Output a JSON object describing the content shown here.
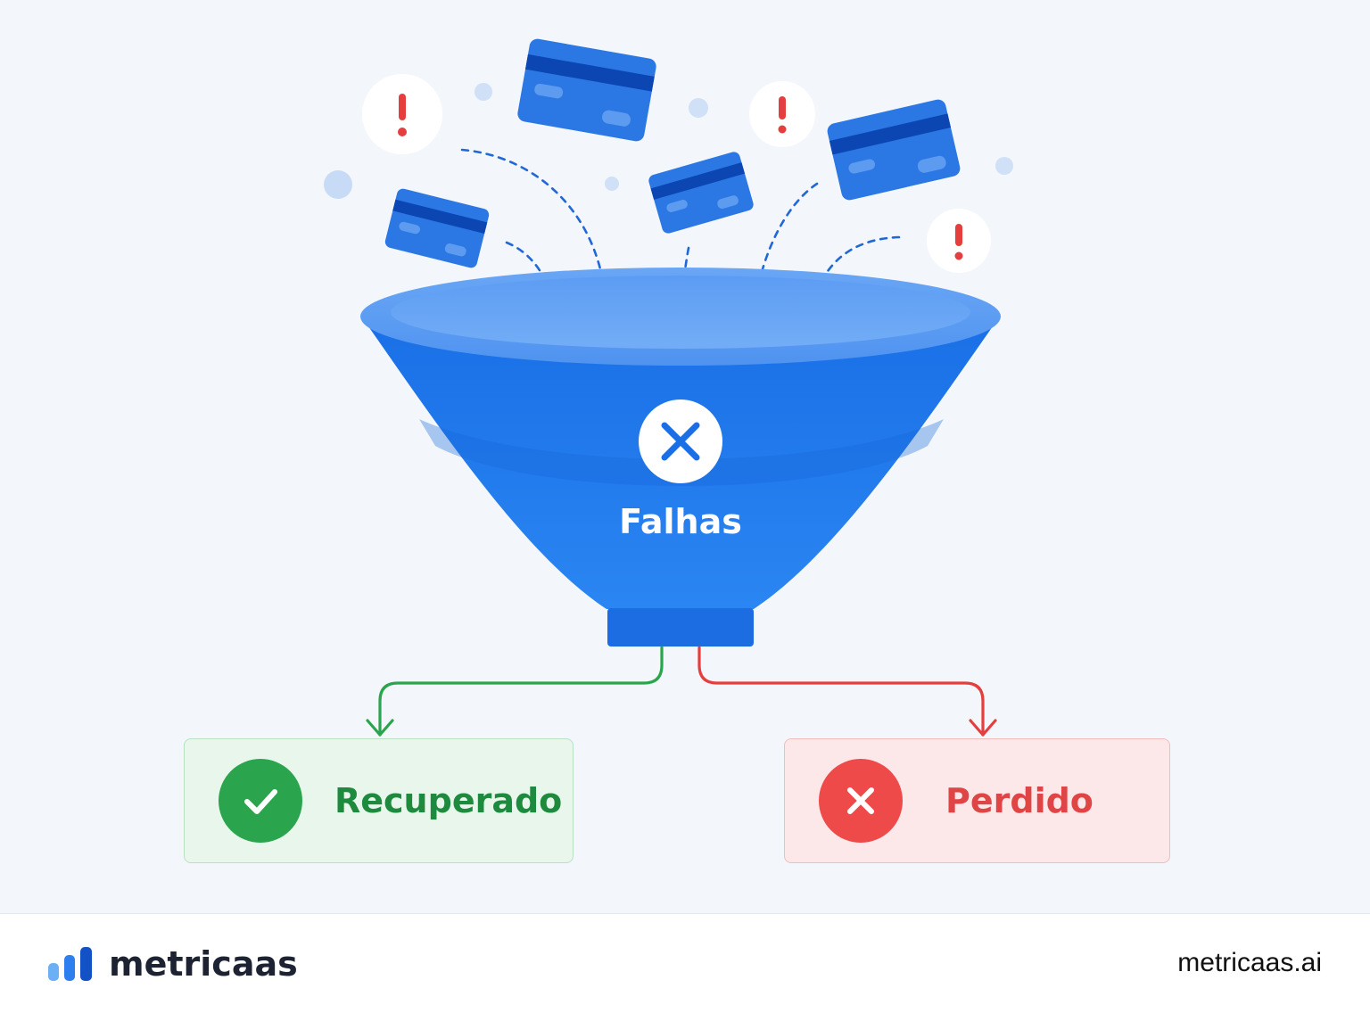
{
  "funnel": {
    "label": "Falhas"
  },
  "outcomes": {
    "recovered_label": "Recuperado",
    "lost_label": "Perdido"
  },
  "footer": {
    "brand_name": "metricaas",
    "site_url": "metricaas.ai"
  },
  "icons": {
    "alert": "exclamation-icon",
    "card": "credit-card-icon",
    "funnel_status": "x-icon",
    "recovered": "check-icon",
    "lost": "x-icon",
    "brand": "bar-chart-icon"
  },
  "colors": {
    "background": "#f3f7fb",
    "funnel_blue": "#1a73e8",
    "card_blue": "#2b78e4",
    "alert_red": "#e53e3e",
    "success_green": "#2aa54e",
    "danger_red": "#ee4a4a"
  }
}
